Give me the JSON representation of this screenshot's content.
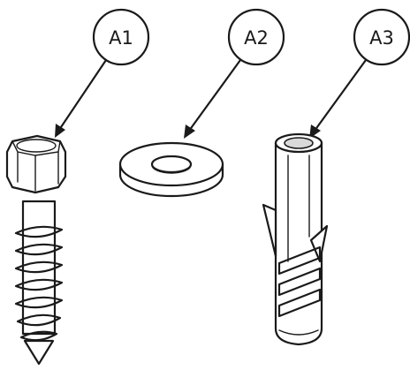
{
  "callouts": [
    {
      "id": "A1",
      "label": "A1",
      "part": "hex-head-lag-screw"
    },
    {
      "id": "A2",
      "label": "A2",
      "part": "flat-washer"
    },
    {
      "id": "A3",
      "label": "A3",
      "part": "wall-plug-anchor"
    }
  ],
  "colors": {
    "ink": "#1a1a1a",
    "background": "#ffffff",
    "shade": "#d9d9d9"
  }
}
